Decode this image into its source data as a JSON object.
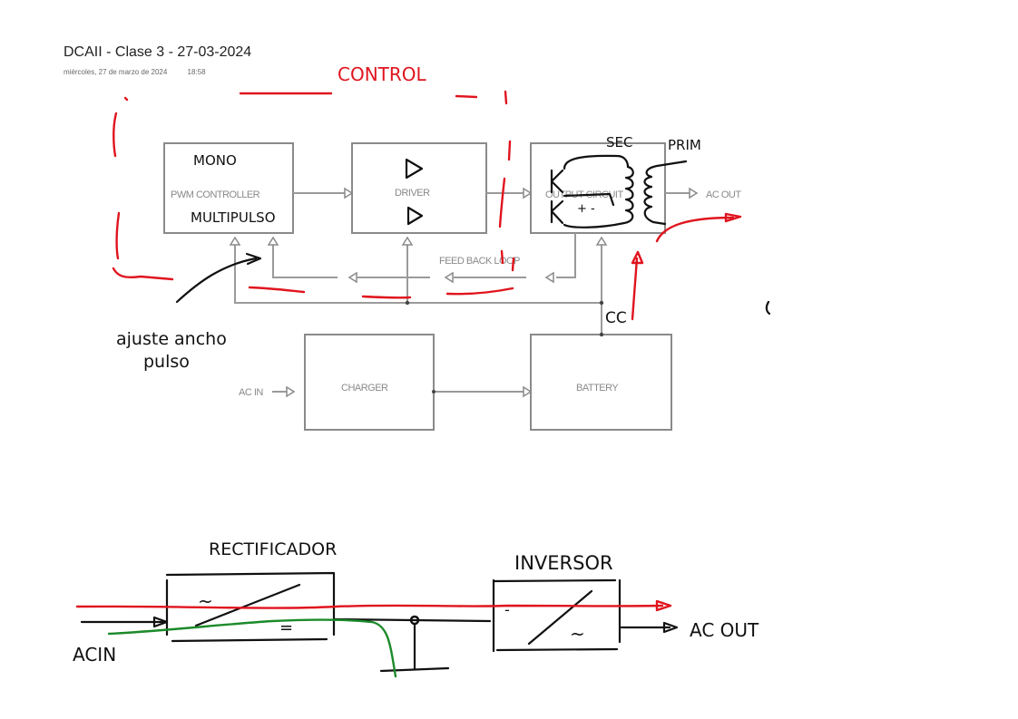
{
  "page": {
    "title": "DCAII - Clase 3 - 27-03-2024",
    "date": "miércoles, 27 de marzo de 2024",
    "time": "18:58"
  },
  "printed_diagram": {
    "blocks": {
      "pwm_controller": "PWM CONTROLLER",
      "driver": "DRIVER",
      "output_circuit": "OUTPUT CIRCUIT",
      "charger": "CHARGER",
      "battery": "BATTERY"
    },
    "labels": {
      "ac_out": "AC OUT",
      "ac_in": "AC IN",
      "feedback_loop": "FEED BACK LOOP"
    }
  },
  "annotations": {
    "control": "CONTROL",
    "mono": "MONO",
    "multipulso": "MULTIPULSO",
    "sec": "SEC",
    "prim": "PRIM",
    "cc": "CC",
    "ajuste_line1": "ajuste ancho",
    "ajuste_line2": "pulso",
    "rectificador": "RECTIFICADOR",
    "inversor": "INVERSOR",
    "acin": "ACIN",
    "ac_out_hand": "AC OUT",
    "rect_ac_symbol": "~",
    "rect_dc_symbol": "=",
    "inv_dc_symbol": "-",
    "inv_ac_symbol": "~",
    "plus_minus": "+ -"
  },
  "colors": {
    "ink": "#111111",
    "red_pen": "#e0141e",
    "green_pen": "#1c8a2a",
    "printed_gray": "#8a8a8a"
  }
}
